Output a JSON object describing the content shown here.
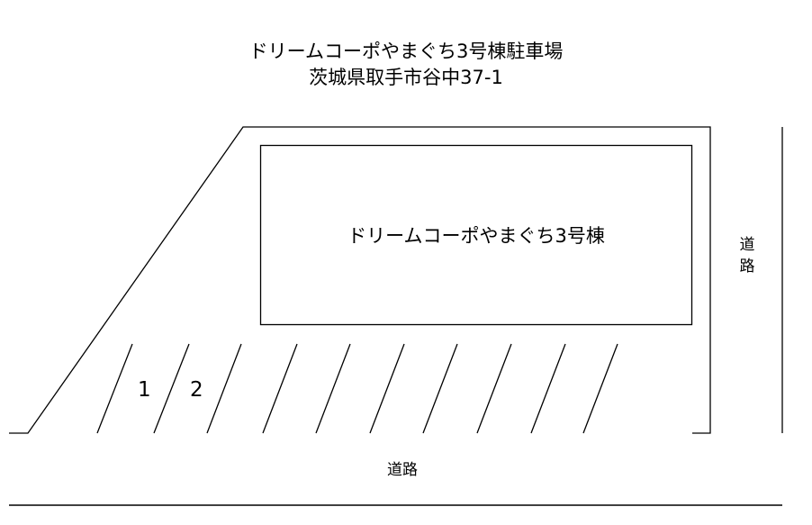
{
  "header": {
    "title": "ドリームコーポやまぐち3号棟駐車場",
    "address": "茨城県取手市谷中37-1"
  },
  "map": {
    "building_label": "ドリームコーポやまぐち3号棟",
    "road_right_label": "道\n路",
    "road_right_chars": [
      "道",
      "路"
    ],
    "road_bottom_label": "道路",
    "parking_slots": [
      {
        "number": "1"
      },
      {
        "number": "2"
      }
    ],
    "line_color": "#000000",
    "background": "#ffffff"
  }
}
